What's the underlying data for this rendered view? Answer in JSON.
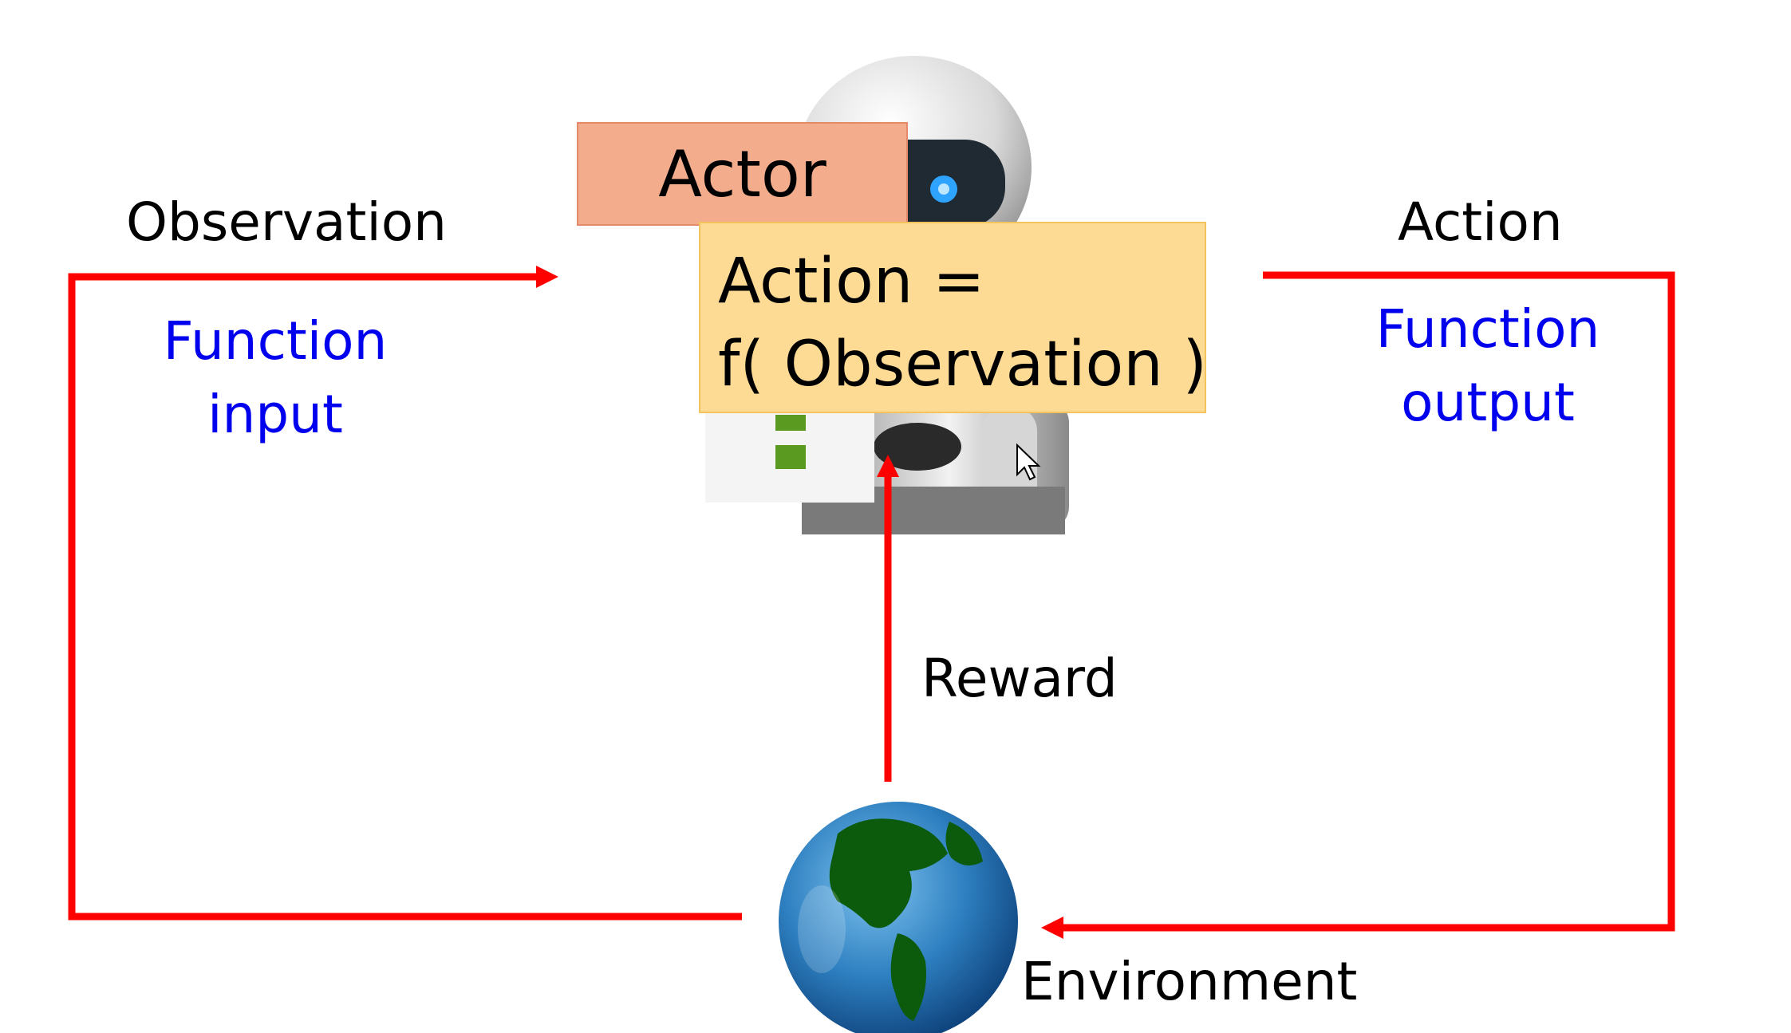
{
  "labels": {
    "observation": "Observation",
    "action": "Action",
    "reward": "Reward",
    "environment": "Environment",
    "function_input": [
      "Function",
      "input"
    ],
    "function_output": [
      "Function",
      "output"
    ]
  },
  "actor": {
    "title": "Actor",
    "formula_line1": "Action =",
    "formula_line2": "f( Observation )"
  },
  "icons": {
    "agent": "robot-icon",
    "environment": "globe-icon",
    "cursor": "mouse-pointer-icon"
  },
  "colors": {
    "arrow": "#ff0000",
    "function_text": "#0000ee",
    "actor_box": "#f4ad8c",
    "formula_box": "#fedb94"
  }
}
